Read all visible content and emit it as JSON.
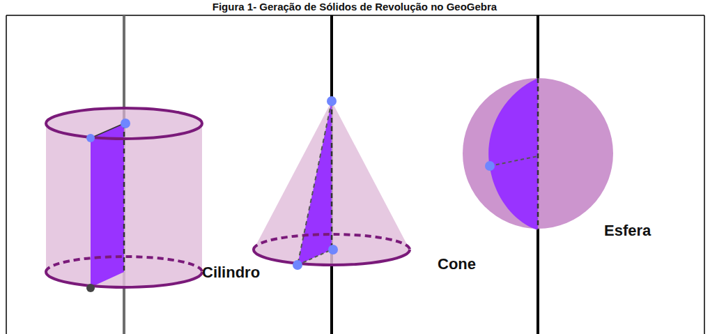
{
  "diagram": {
    "title": "Figura 1- Geração de Sólidos de Revolução no GeoGebra",
    "labels": [
      "Cilindro",
      "Cone",
      "Esfera"
    ]
  }
}
